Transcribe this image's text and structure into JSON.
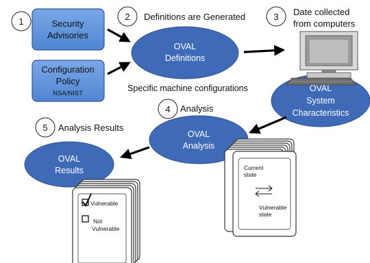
{
  "steps": [
    {
      "num": "1",
      "label": ""
    },
    {
      "num": "2",
      "label": "Definitions are Generated"
    },
    {
      "num": "3",
      "label_line1": "Date collected",
      "label_line2": "from computers"
    },
    {
      "num": "4",
      "label": "Analysis"
    },
    {
      "num": "5",
      "label": "Analysis Results"
    }
  ],
  "boxes": {
    "security": {
      "line1": "Security",
      "line2": "Advisories"
    },
    "config": {
      "line1": "Configuration",
      "line2": "Policy",
      "line3": "NSA/NIST"
    }
  },
  "ellipses": {
    "definitions": {
      "line1": "OVAL",
      "line2": "Definitions"
    },
    "system": {
      "line1": "OVAL",
      "line2": "System",
      "line3": "Characteristics"
    },
    "analysis": {
      "line1": "OVAL",
      "line2": "Analysis"
    },
    "results": {
      "line1": "OVAL",
      "line2": "Results"
    }
  },
  "caption": "Specific machine configurations",
  "state_doc": {
    "current_line1": "Current",
    "current_line2": "state",
    "vuln_line1": "Vulnerable",
    "vuln_line2": "state"
  },
  "results_doc": {
    "opt1": "Vulnerable",
    "opt2_line1": "Not",
    "opt2_line2": "Vulnerable"
  },
  "colors": {
    "box_fill": "#5b8fd6",
    "box_stroke": "#2f5597",
    "ellipse_fill": "#3f6ab8",
    "ellipse_stroke": "#30548f"
  },
  "icons": [
    "computer-icon",
    "checkbox-checked-icon",
    "checkbox-empty-icon",
    "double-arrow-icon"
  ]
}
